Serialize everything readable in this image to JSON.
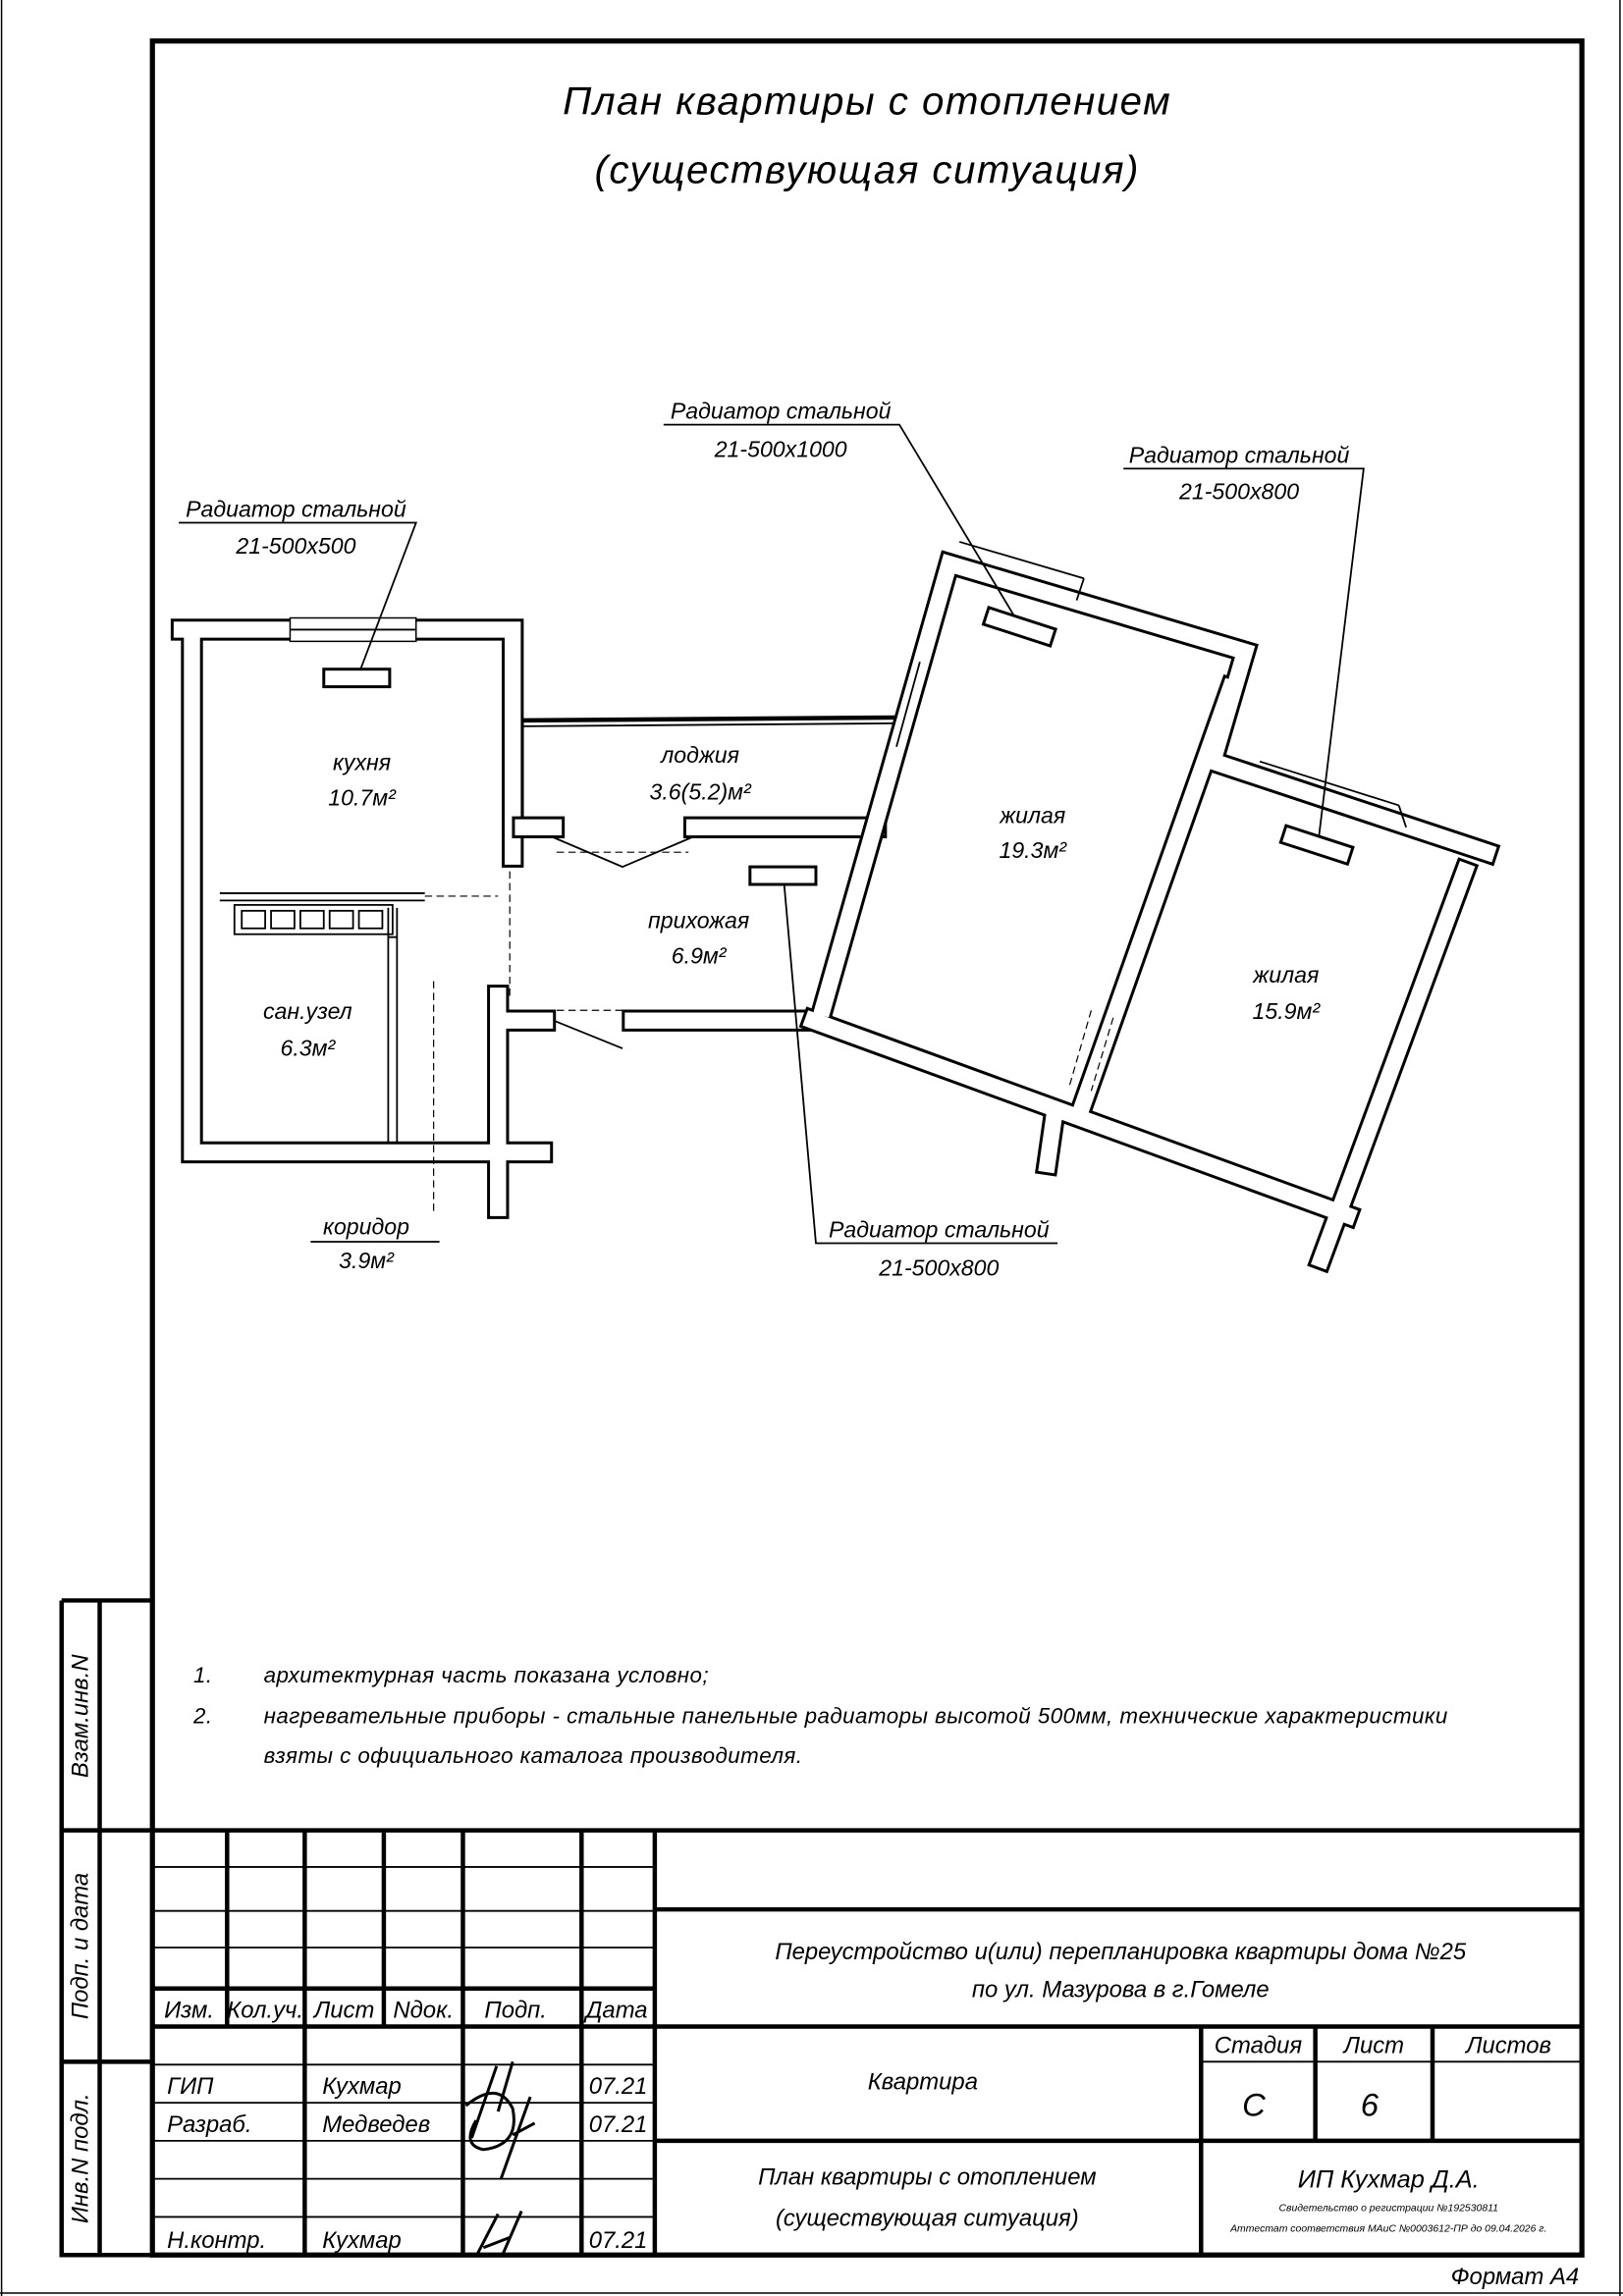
{
  "title": {
    "line1": "План квартиры с отоплением",
    "line2": "(существующая ситуация)"
  },
  "rooms": [
    {
      "name": "кухня",
      "area": "10.7м²"
    },
    {
      "name": "лоджия",
      "area": "3.6(5.2)м²"
    },
    {
      "name": "прихожая",
      "area": "6.9м²"
    },
    {
      "name": "сан.узел",
      "area": "6.3м²"
    },
    {
      "name": "коридор",
      "area": "3.9м²"
    },
    {
      "name": "жилая",
      "area": "19.3м²"
    },
    {
      "name": "жилая",
      "area": "15.9м²"
    }
  ],
  "radiators": [
    {
      "label": "Радиатор стальной",
      "size": "21-500x500"
    },
    {
      "label": "Радиатор стальной",
      "size": "21-500x1000"
    },
    {
      "label": "Радиатор стальной",
      "size": "21-500x800"
    },
    {
      "label": "Радиатор стальной",
      "size": "21-500x800"
    }
  ],
  "notes": [
    {
      "num": "1.",
      "text": "архитектурная часть показана условно;"
    },
    {
      "num": "2.",
      "text": "нагревательные приборы - стальные панельные радиаторы высотой 500мм, технические характеристики",
      "text2": "взяты с официального каталога производителя."
    }
  ],
  "side_strip": [
    "Взам.инв.N",
    "Подп. и дата",
    "Инв.N подл."
  ],
  "title_block": {
    "headers": [
      "Изм.",
      "Кол.уч.",
      "Лист",
      "Nдок.",
      "Подп.",
      "Дата"
    ],
    "rows": [
      {
        "role": "ГИП",
        "name": "Кухмар",
        "date": "07.21"
      },
      {
        "role": "Разраб.",
        "name": "Медведев",
        "date": "07.21"
      },
      {
        "role": "Н.контр.",
        "name": "Кухмар",
        "date": "07.21"
      }
    ],
    "project_line1": "Переустройство и(или) перепланировка квартиры дома №25",
    "project_line2": "по ул. Мазурова в г.Гомеле",
    "object": "Квартира",
    "stage_header": "Стадия",
    "sheet_header": "Лист",
    "sheets_header": "Листов",
    "stage": "С",
    "sheet": "6",
    "sheets": "",
    "drawing_line1": "План квартиры с отоплением",
    "drawing_line2": "(существующая ситуация)",
    "company": "ИП Кухмар Д.А.",
    "cert1": "Свидетельство о регистрации №192530811",
    "cert2": "Аттестат соответствия МАиС №0003612-ПР до 09.04.2026 г."
  },
  "format": "Формат А4"
}
